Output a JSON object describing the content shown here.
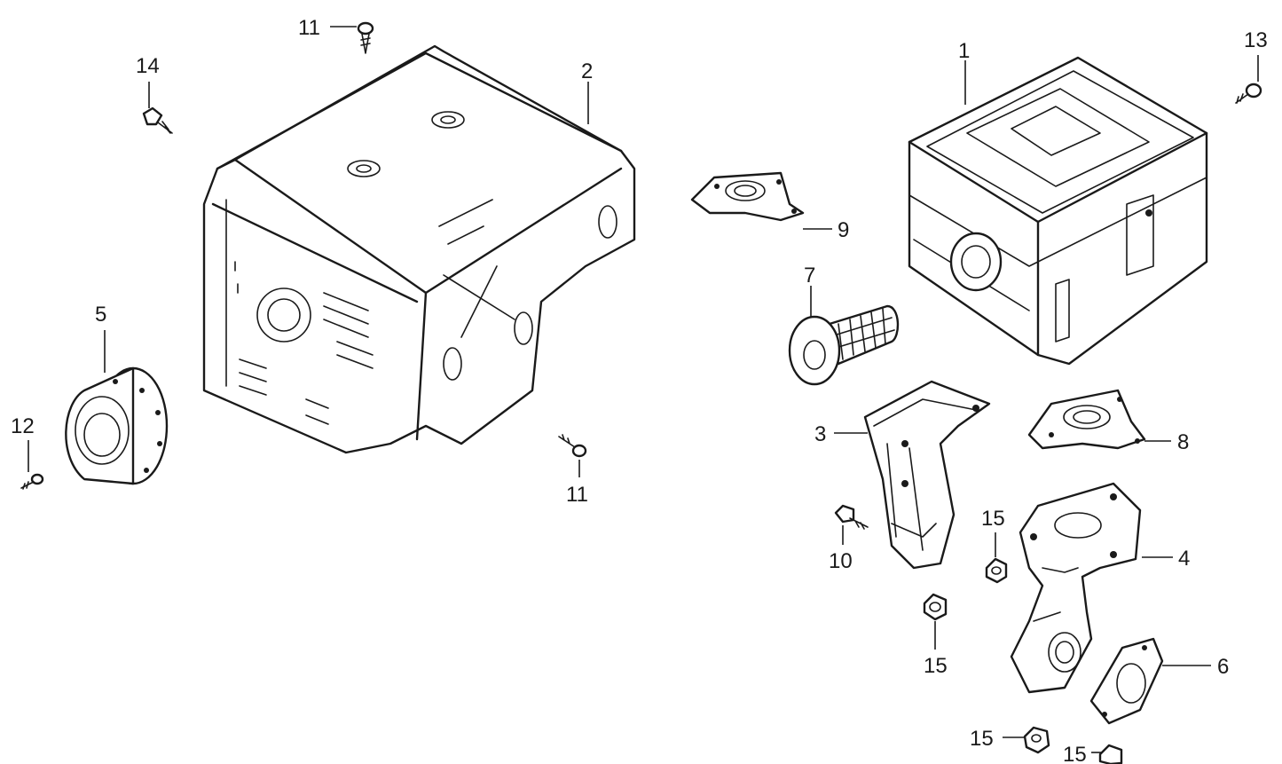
{
  "callouts": {
    "c1": "1",
    "c2": "2",
    "c3": "3",
    "c4": "4",
    "c5": "5",
    "c6": "6",
    "c7": "7",
    "c8": "8",
    "c9": "9",
    "c10": "10",
    "c11a": "11",
    "c11b": "11",
    "c12": "12",
    "c13": "13",
    "c14": "14",
    "c15a": "15",
    "c15b": "15",
    "c15c": "15",
    "c15d": "15"
  },
  "colors": {
    "line": "#1a1a1a",
    "background": "#ffffff"
  }
}
